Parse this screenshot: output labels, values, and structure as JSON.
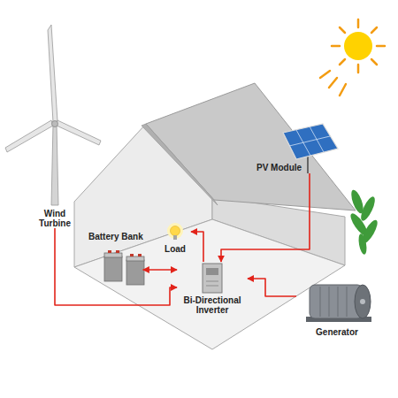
{
  "diagram": {
    "nodes": [
      {
        "text": [
          "Wind Turbine"
        ]
      },
      {
        "text": [
          "PV Module"
        ]
      },
      {
        "text": [
          "Battery Bank"
        ]
      },
      {
        "text": [
          "Load"
        ]
      },
      {
        "text": [
          "Bi-Directional Inverter"
        ]
      },
      {
        "text": [
          "Generator"
        ]
      }
    ],
    "edges": [
      {
        "from": 0,
        "to": 4,
        "arrow": "to"
      },
      {
        "from": 1,
        "to": 4,
        "arrow": "to"
      },
      {
        "from": 2,
        "to": 4,
        "arrow": "both"
      },
      {
        "from": 4,
        "to": 3,
        "arrow": "to"
      },
      {
        "from": 5,
        "to": 4,
        "arrow": "to"
      }
    ]
  }
}
